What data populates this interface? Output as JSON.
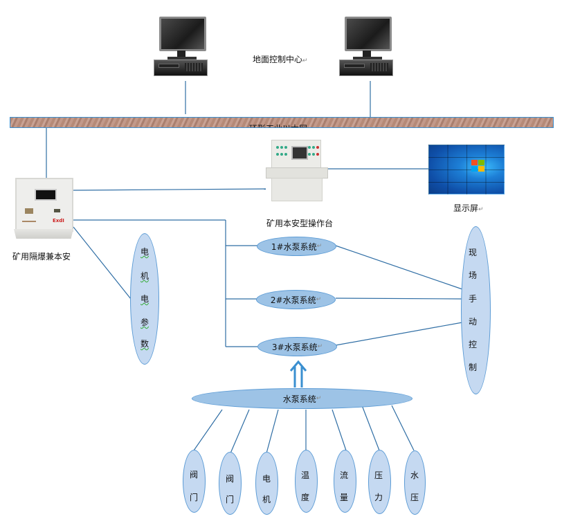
{
  "title": "矿用水泵监控系统结构图",
  "surface_center": {
    "label": "地面控制中心",
    "computers": [
      "computer-left",
      "computer-right"
    ]
  },
  "network_band": {
    "label": "环形工业以太网"
  },
  "devices": {
    "explosion_proof_box": {
      "label": "矿用隔爆兼本安"
    },
    "console": {
      "label": "矿用本安型操作台"
    },
    "display": {
      "label": "显示屏"
    }
  },
  "motor_params": {
    "chars": [
      "电",
      "机",
      "电",
      "参",
      "数"
    ]
  },
  "pump_systems": [
    {
      "label": "1#水泵系统"
    },
    {
      "label": "2#水泵系统"
    },
    {
      "label": "3#水泵系统"
    }
  ],
  "manual_control": {
    "chars": [
      "现",
      "场",
      "手",
      "动",
      "控",
      "制"
    ]
  },
  "pump_root": {
    "label": "水泵系统"
  },
  "sensors": [
    {
      "chars": [
        "阀",
        "门"
      ]
    },
    {
      "chars": [
        "阀",
        "门"
      ]
    },
    {
      "chars": [
        "电",
        "机"
      ]
    },
    {
      "chars": [
        "温",
        "度"
      ]
    },
    {
      "chars": [
        "流",
        "量"
      ]
    },
    {
      "chars": [
        "压",
        "力"
      ]
    },
    {
      "chars": [
        "水",
        "压"
      ]
    }
  ],
  "return_mark": "↵",
  "colors": {
    "line": "#2e6da4",
    "ellipse_fill": "#c5d9f1",
    "ellipse_border": "#5b9bd5",
    "arrow": "#3a8fd0"
  }
}
